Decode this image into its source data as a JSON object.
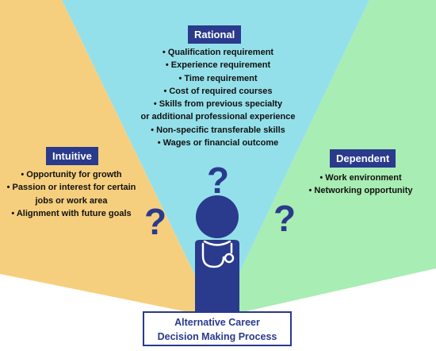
{
  "colors": {
    "left_wedge": "#f6cf7e",
    "center_wedge": "#94e0ea",
    "right_wedge": "#a8edb3",
    "accent": "#2a3a8c",
    "text": "#111111"
  },
  "rational": {
    "label": "Rational",
    "items": [
      "• Qualification requirement",
      "• Experience requirement",
      "• Time requirement",
      "• Cost of required courses",
      "• Skills from previous specialty",
      "or additional professional experience",
      "• Non-specific transferable skills",
      "• Wages or financial outcome"
    ]
  },
  "intuitive": {
    "label": "Intuitive",
    "items": [
      "• Opportunity for growth",
      "• Passion or interest for certain",
      "jobs or work area",
      "• Alignment with future goals"
    ]
  },
  "dependent": {
    "label": "Dependent",
    "items": [
      "• Work environment",
      "• Networking opportunity"
    ]
  },
  "question_mark": "?",
  "title": {
    "line1": "Alternative Career",
    "line2": "Decision Making Process"
  },
  "icons": [
    "doctor-figure-icon",
    "stethoscope-icon"
  ]
}
